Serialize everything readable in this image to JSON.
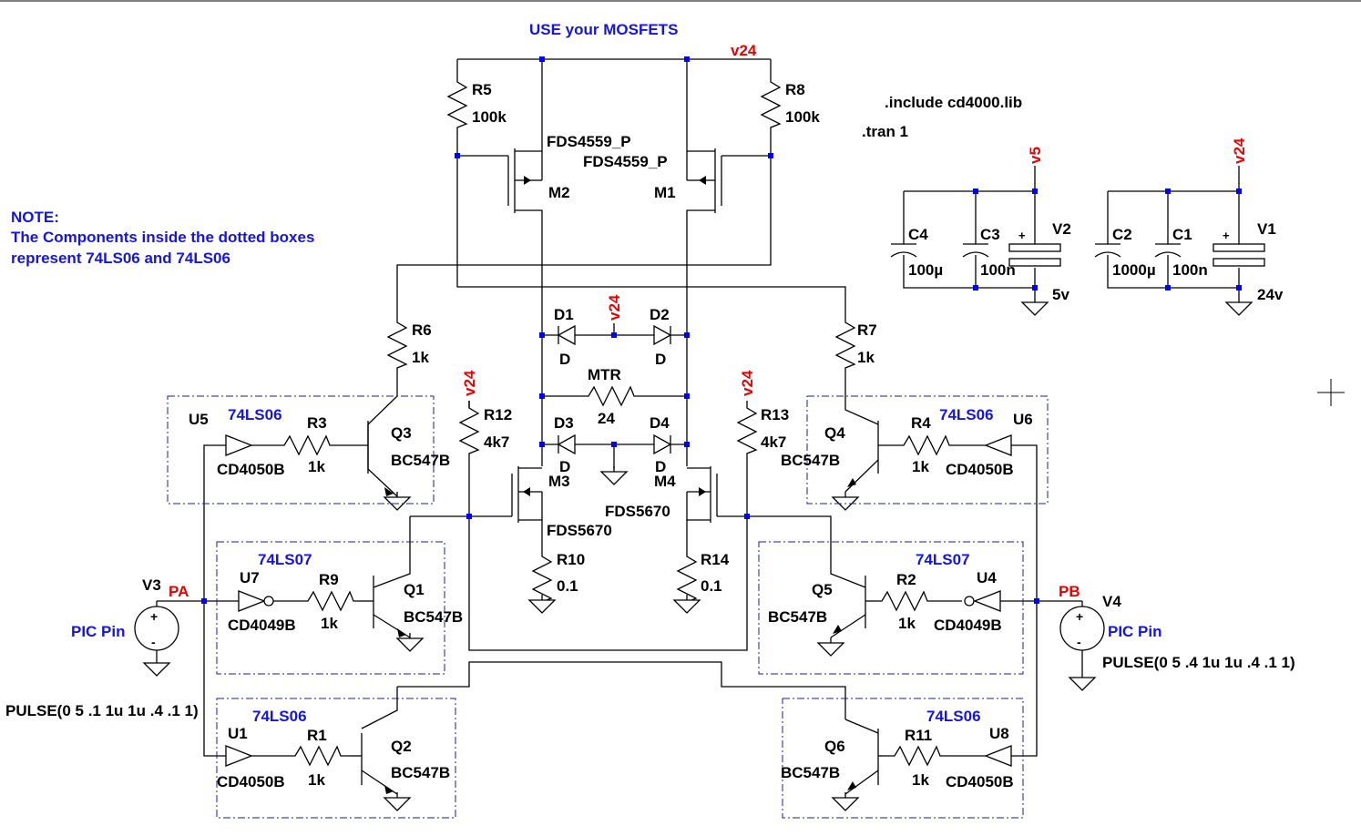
{
  "title": "USE your MOSFETS",
  "note": {
    "heading": "NOTE:",
    "line1": "The Components inside the dotted boxes",
    "line2": "represent  74LS06 and 74LS06"
  },
  "directives": {
    "include": ".include cd4000.lib",
    "tran": ".tran 1"
  },
  "nets": {
    "v24": "v24",
    "v5": "v5",
    "pa": "PA",
    "pb": "PB"
  },
  "components": {
    "r5": {
      "ref": "R5",
      "value": "100k"
    },
    "r8": {
      "ref": "R8",
      "value": "100k"
    },
    "m1": {
      "ref": "M1",
      "model": "FDS4559_P"
    },
    "m2": {
      "ref": "M2",
      "model": "FDS4559_P"
    },
    "m3": {
      "ref": "M3",
      "model": "FDS5670"
    },
    "m4": {
      "ref": "M4",
      "model": "FDS5670"
    },
    "d1": {
      "ref": "D1",
      "model": "D"
    },
    "d2": {
      "ref": "D2",
      "model": "D"
    },
    "d3": {
      "ref": "D3",
      "model": "D"
    },
    "d4": {
      "ref": "D4",
      "model": "D"
    },
    "mtr": {
      "ref": "MTR",
      "value": "24"
    },
    "r6": {
      "ref": "R6",
      "value": "1k"
    },
    "r7": {
      "ref": "R7",
      "value": "1k"
    },
    "r12": {
      "ref": "R12",
      "value": "4k7"
    },
    "r13": {
      "ref": "R13",
      "value": "4k7"
    },
    "r10": {
      "ref": "R10",
      "value": "0.1"
    },
    "r14": {
      "ref": "R14",
      "value": "0.1"
    },
    "r3": {
      "ref": "R3",
      "value": "1k"
    },
    "r4": {
      "ref": "R4",
      "value": "1k"
    },
    "r9": {
      "ref": "R9",
      "value": "1k"
    },
    "r2": {
      "ref": "R2",
      "value": "1k"
    },
    "r1": {
      "ref": "R1",
      "value": "1k"
    },
    "r11": {
      "ref": "R11",
      "value": "1k"
    },
    "q1": {
      "ref": "Q1",
      "model": "BC547B"
    },
    "q2": {
      "ref": "Q2",
      "model": "BC547B"
    },
    "q3": {
      "ref": "Q3",
      "model": "BC547B"
    },
    "q4": {
      "ref": "Q4",
      "model": "BC547B"
    },
    "q5": {
      "ref": "Q5",
      "model": "BC547B"
    },
    "q6": {
      "ref": "Q6",
      "model": "BC547B"
    },
    "u1": {
      "ref": "U1",
      "model": "CD4050B",
      "box": "74LS06"
    },
    "u5": {
      "ref": "U5",
      "model": "CD4050B",
      "box": "74LS06"
    },
    "u6": {
      "ref": "U6",
      "model": "CD4050B",
      "box": "74LS06"
    },
    "u8": {
      "ref": "U8",
      "model": "CD4050B",
      "box": "74LS06"
    },
    "u7": {
      "ref": "U7",
      "model": "CD4049B",
      "box": "74LS07"
    },
    "u4": {
      "ref": "U4",
      "model": "CD4049B",
      "box": "74LS07"
    },
    "c4": {
      "ref": "C4",
      "value": "100µ"
    },
    "c3": {
      "ref": "C3",
      "value": "100n"
    },
    "c2": {
      "ref": "C2",
      "value": "1000µ"
    },
    "c1": {
      "ref": "C1",
      "value": "100n"
    },
    "v1": {
      "ref": "V1",
      "value": "24v"
    },
    "v2": {
      "ref": "V2",
      "value": "5v"
    },
    "v3": {
      "ref": "V3",
      "label": "PIC Pin",
      "value": "PULSE(0 5 .1 1u 1u .4 .1 1)"
    },
    "v4": {
      "ref": "V4",
      "label": "PIC Pin",
      "value": "PULSE(0 5 .4 1u 1u .4 .1 1)"
    }
  },
  "colors": {
    "wire": "#000000",
    "junction": "#0000ff",
    "label_blue": "#1414e6",
    "net_red": "#e60000",
    "box": "#1f1f8c"
  }
}
